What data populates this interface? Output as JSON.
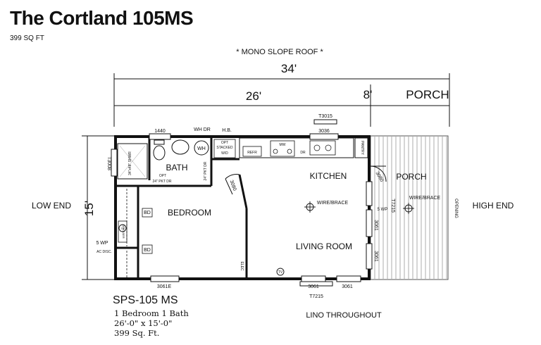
{
  "header": {
    "title": "The Cortland 105MS",
    "area": "399 SQ FT"
  },
  "plan": {
    "roof_note": "* MONO SLOPE ROOF *",
    "dims": {
      "overall": "34'",
      "main": "26'",
      "porch_depth": "8'",
      "porch_label": "PORCH",
      "width": "15'"
    },
    "ends": {
      "left": "LOW END",
      "right": "HIGH END"
    },
    "rooms": {
      "bath": "BATH",
      "bedroom": "BEDROOM",
      "kitchen": "KITCHEN",
      "living": "LIVING ROOM",
      "porch": "PORCH"
    },
    "tags": {
      "t3015": "T3015",
      "w3036": "3036",
      "w1440": "1440",
      "whdr": "WH DR",
      "hb": "H.B.",
      "wh": "WH",
      "opt_stacked": "OPT",
      "stacked": "STACKED",
      "wd": "W/D",
      "refr": "REFR",
      "mw": "MW",
      "dr": "DR",
      "pantry": "PANTRY",
      "t3008": "T3008",
      "shower": "34\"x48\" SHWR",
      "opt_pkt": "OPT",
      "pkt24": "24\" PKT DR",
      "pkt24_v": "24\" PKT DR",
      "d3080": "3080",
      "wire1": "WIRE/BRACE",
      "wire2": "WIRE/BRACE",
      "bd1": "BD",
      "bd2": "BD",
      "dresser": "DRESSER",
      "wp": "5 WP",
      "ac": "AC DISC.",
      "e3061": "3061E",
      "w3061a": "3061",
      "w3061b": "3061",
      "t7215": "T7215",
      "elec": "ELEC",
      "tv1": "TV",
      "tv2": "TV",
      "d3080b": "3080",
      "t7215v": "T7215",
      "mwp": "5 WP",
      "r3061": "3061",
      "r3061b": "3061",
      "opening": "OPENING"
    },
    "notes": {
      "model": "SPS-105 MS",
      "beds": "1 Bedroom 1 Bath",
      "size": "26'-0\" x 15'-0\"",
      "sqft": "399 Sq. Ft.",
      "lino": "LINO THROUGHOUT"
    }
  }
}
